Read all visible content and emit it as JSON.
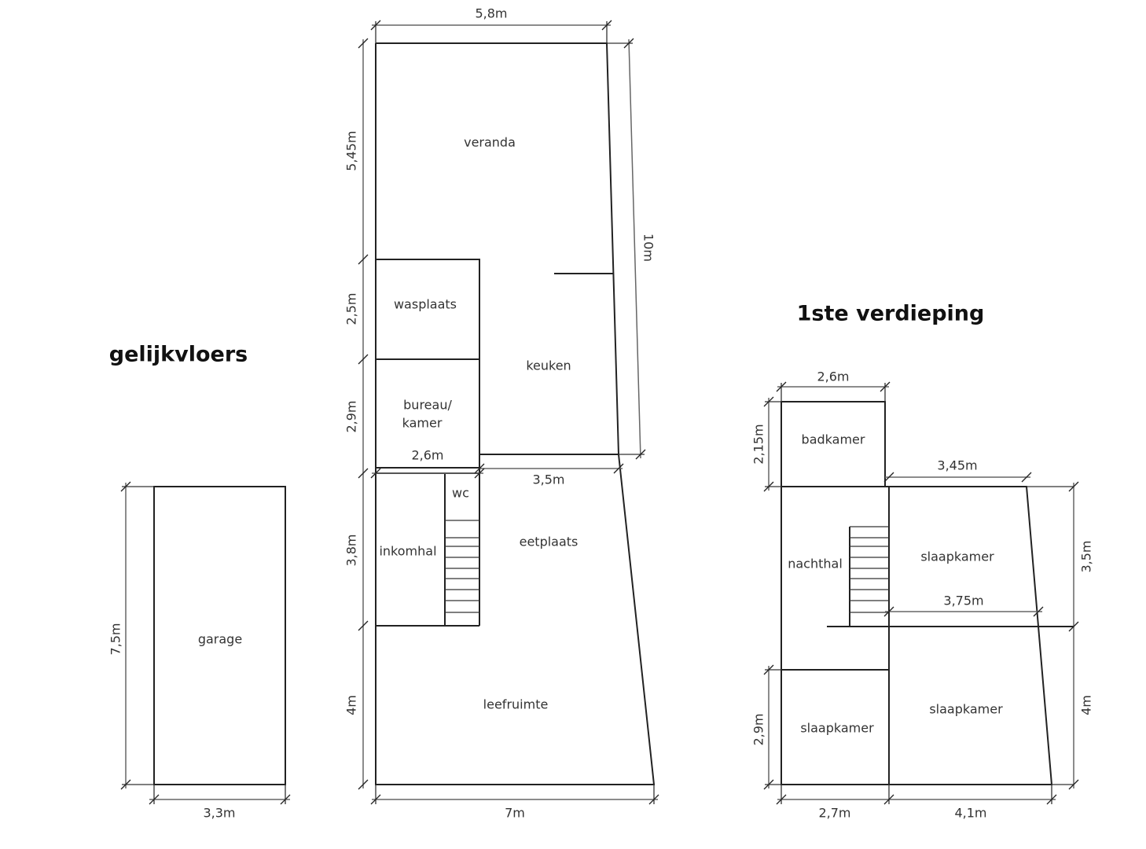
{
  "headings": {
    "ground_floor": "gelijkvloers",
    "first_floor": "1ste verdieping"
  },
  "garage": {
    "room": "garage",
    "dims": {
      "height": "7,5m",
      "width": "3,3m"
    }
  },
  "ground": {
    "rooms": {
      "veranda": "veranda",
      "wasplaats": "wasplaats",
      "keuken": "keuken",
      "bureau_line1": "bureau/",
      "bureau_line2": "kamer",
      "wc": "wc",
      "inkomhal": "inkomhal",
      "eetplaats": "eetplaats",
      "leefruimte": "leefruimte"
    },
    "dims": {
      "top": "5,8m",
      "right": "10m",
      "bottom": "7m",
      "veranda": "5,45m",
      "wasplaats": "2,5m",
      "bureau": "2,9m",
      "inkomhal": "3,8m",
      "leefruimte": "4m",
      "bureau_width": "2,6m",
      "keuken_width": "3,5m"
    }
  },
  "first": {
    "rooms": {
      "badkamer": "badkamer",
      "nachthal": "nachthal",
      "slaapkamer1": "slaapkamer",
      "slaapkamer2": "slaapkamer",
      "slaapkamer3": "slaapkamer"
    },
    "dims": {
      "badkamer_width": "2,6m",
      "badkamer_height": "2,15m",
      "slaapkamer1_width": "3,45m",
      "slaapkamer2_width": "3,75m",
      "right_upper": "3,5m",
      "right_lower": "4m",
      "left_lower": "2,9m",
      "bottom_left": "2,7m",
      "bottom_right": "4,1m"
    }
  }
}
